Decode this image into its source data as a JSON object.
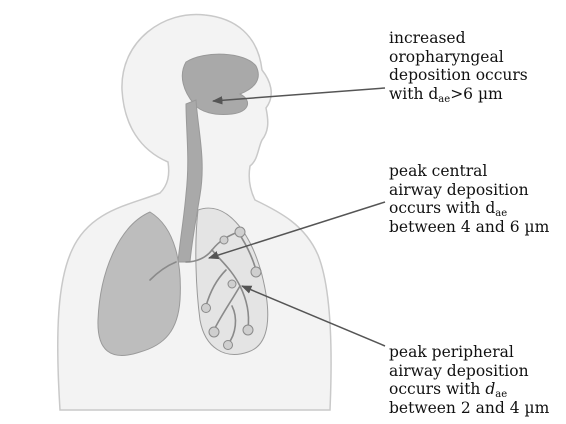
{
  "labels": {
    "oropharyngeal": {
      "line1": "increased",
      "line2": "oropharyngeal",
      "line3": "deposition occurs",
      "line4_prefix": "with d",
      "line4_sub": "ae",
      "line4_suffix": ">6 µm"
    },
    "central": {
      "line1": "peak central",
      "line2": "airway deposition",
      "line3_prefix": "occurs with d",
      "line3_sub": "ae",
      "line4": "between 4 and 6 µm"
    },
    "peripheral": {
      "line1": "peak peripheral",
      "line2": "airway deposition",
      "line3_prefix": "occurs with ",
      "line3_var": "d",
      "line3_sub": "ae",
      "line4": "between 2 and 4 µm"
    }
  },
  "colors": {
    "body_fill": "#f3f3f3",
    "body_outline": "#c9c9c9",
    "airway_fill": "#a9a9a9",
    "lung_fill": "#bdbdbd",
    "arrow": "#555555",
    "text": "#111111"
  }
}
